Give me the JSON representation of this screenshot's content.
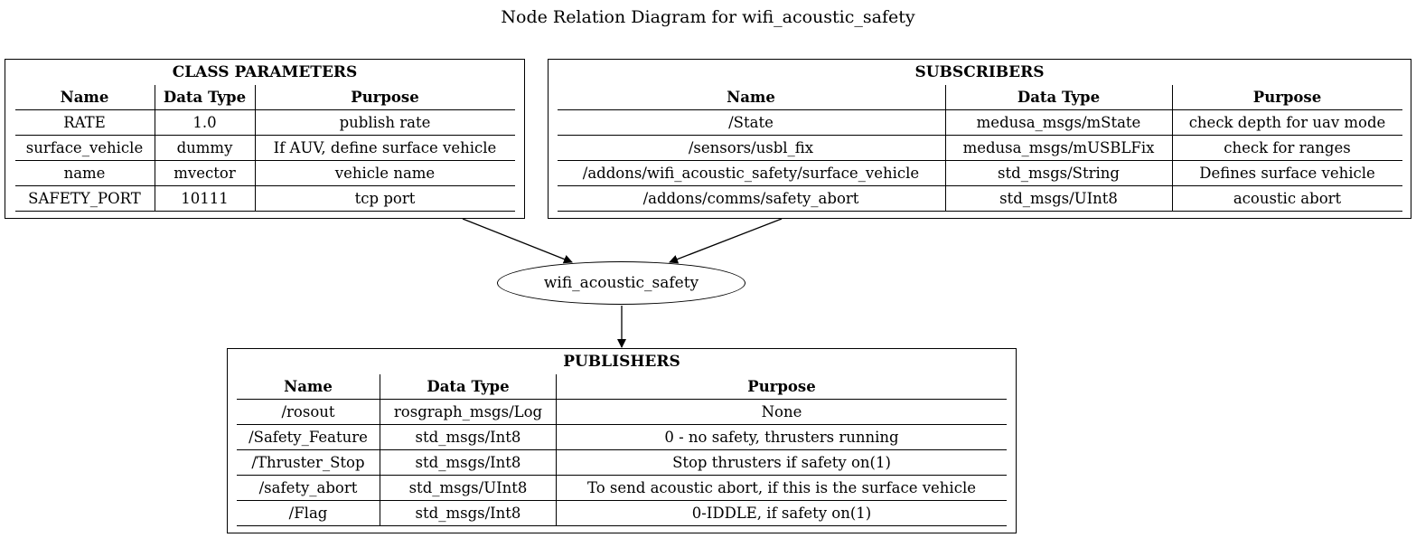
{
  "title": "Node Relation Diagram for wifi_acoustic_safety",
  "node": {
    "label": "wifi_acoustic_safety"
  },
  "class_parameters": {
    "heading": "CLASS PARAMETERS",
    "columns": [
      "Name",
      "Data Type",
      "Purpose"
    ],
    "rows": [
      [
        "RATE",
        "1.0",
        "publish rate"
      ],
      [
        "surface_vehicle",
        "dummy",
        "If AUV, define surface vehicle"
      ],
      [
        "name",
        "mvector",
        "vehicle name"
      ],
      [
        "SAFETY_PORT",
        "10111",
        "tcp port"
      ]
    ]
  },
  "subscribers": {
    "heading": "SUBSCRIBERS",
    "columns": [
      "Name",
      "Data Type",
      "Purpose"
    ],
    "rows": [
      [
        "/State",
        "medusa_msgs/mState",
        "check depth for uav mode"
      ],
      [
        "/sensors/usbl_fix",
        "medusa_msgs/mUSBLFix",
        "check for ranges"
      ],
      [
        "/addons/wifi_acoustic_safety/surface_vehicle",
        "std_msgs/String",
        "Defines surface vehicle"
      ],
      [
        "/addons/comms/safety_abort",
        "std_msgs/UInt8",
        "acoustic abort"
      ]
    ]
  },
  "publishers": {
    "heading": "PUBLISHERS",
    "columns": [
      "Name",
      "Data Type",
      "Purpose"
    ],
    "rows": [
      [
        "/rosout",
        "rosgraph_msgs/Log",
        "None"
      ],
      [
        "/Safety_Feature",
        "std_msgs/Int8",
        "0 - no safety, thrusters running"
      ],
      [
        "/Thruster_Stop",
        "std_msgs/Int8",
        "Stop thrusters if safety on(1)"
      ],
      [
        "/safety_abort",
        "std_msgs/UInt8",
        "To send acoustic abort, if this is the surface vehicle"
      ],
      [
        "/Flag",
        "std_msgs/Int8",
        "0-IDDLE, if safety on(1)"
      ]
    ]
  }
}
